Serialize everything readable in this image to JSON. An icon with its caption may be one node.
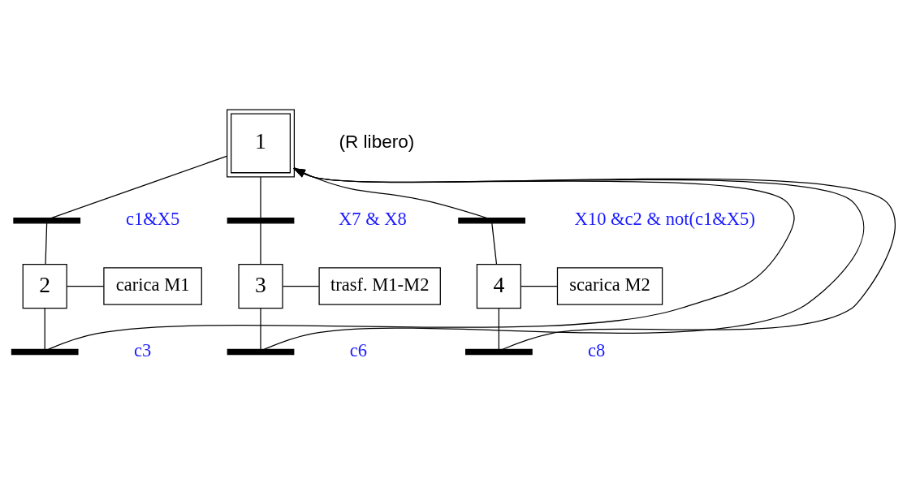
{
  "diagram": {
    "nodes": [
      {
        "text": [
          "1"
        ],
        "beside": [
          "(R libero)"
        ]
      },
      {
        "text": [],
        "shape": "bar",
        "beside": [
          "c1&X5"
        ]
      },
      {
        "text": [],
        "shape": "bar",
        "beside": [
          "X7 & X8"
        ]
      },
      {
        "text": [],
        "shape": "bar",
        "beside": [
          "X10 &c2 & not(c1&X5)"
        ]
      },
      {
        "text": [
          "2"
        ]
      },
      {
        "text": [
          "carica M1"
        ]
      },
      {
        "text": [
          "3"
        ]
      },
      {
        "text": [
          "trasf. M1-M2"
        ]
      },
      {
        "text": [
          "4"
        ]
      },
      {
        "text": [
          "scarica M2"
        ]
      },
      {
        "text": [],
        "shape": "bar",
        "beside": [
          "c3"
        ]
      },
      {
        "text": [],
        "shape": "bar",
        "beside": [
          "c6"
        ]
      },
      {
        "text": [],
        "shape": "bar",
        "beside": [
          "c8"
        ]
      }
    ],
    "edges": [
      {
        "from": 0,
        "to": 1,
        "arrow": "none"
      },
      {
        "from": 0,
        "to": 2,
        "arrow": "none"
      },
      {
        "from": 0,
        "to": 3,
        "arrow": "none"
      },
      {
        "from": 1,
        "to": 4,
        "arrow": "none"
      },
      {
        "from": 4,
        "to": 5,
        "arrow": "none"
      },
      {
        "from": 2,
        "to": 6,
        "arrow": "none"
      },
      {
        "from": 6,
        "to": 7,
        "arrow": "none"
      },
      {
        "from": 3,
        "to": 8,
        "arrow": "none"
      },
      {
        "from": 8,
        "to": 9,
        "arrow": "none"
      },
      {
        "from": 4,
        "to": 10,
        "arrow": "none"
      },
      {
        "from": 6,
        "to": 11,
        "arrow": "none"
      },
      {
        "from": 8,
        "to": 12,
        "arrow": "none"
      },
      {
        "from": 10,
        "to": 0,
        "arrow": "to"
      },
      {
        "from": 11,
        "to": 0,
        "arrow": "to"
      },
      {
        "from": 12,
        "to": 0,
        "arrow": "to"
      }
    ]
  }
}
